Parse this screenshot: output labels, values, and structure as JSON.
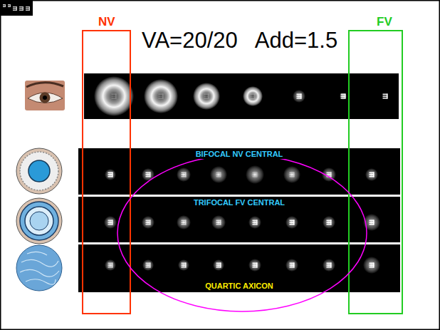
{
  "diagram": {
    "title": "VA=20/20   Add=1.5",
    "nodes": [
      {
        "text": [
          "BIFOCAL NV CENTRAL"
        ]
      },
      {
        "text": [
          "TRIFOCAL FV CENTRAL"
        ]
      },
      {
        "text": [
          "QUARTIC AXICON"
        ]
      }
    ],
    "labels": [
      "NV",
      "FV"
    ]
  }
}
